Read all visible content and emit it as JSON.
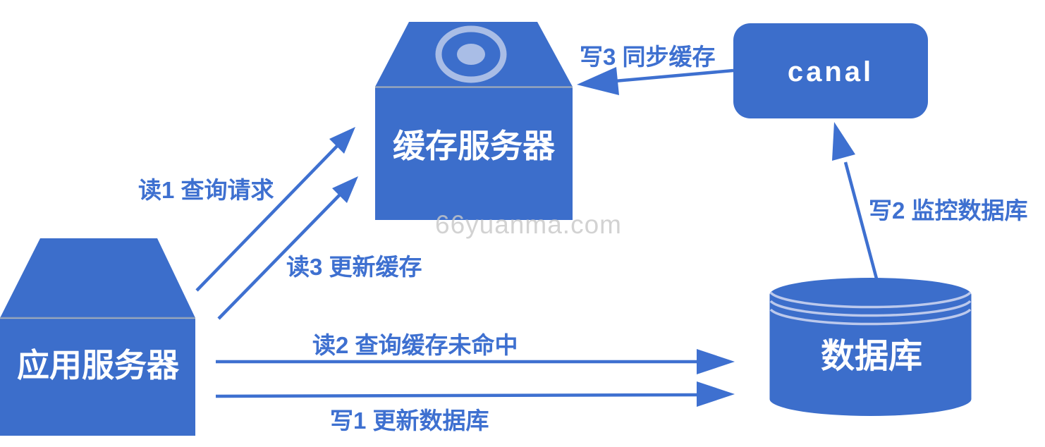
{
  "diagram_type": "cache-architecture-flow",
  "nodes": {
    "app_server": {
      "label": "应用服务器",
      "shape": "trapezoid-box-server"
    },
    "cache_server": {
      "label": "缓存服务器",
      "shape": "trapezoid-box-server-with-disc"
    },
    "canal": {
      "label": "canal",
      "shape": "rounded-rectangle"
    },
    "database": {
      "label": "数据库",
      "shape": "cylinder"
    }
  },
  "edges": [
    {
      "id": "read1",
      "label": "读1 查询请求",
      "from": "app_server",
      "to": "cache_server"
    },
    {
      "id": "read3",
      "label": "读3 更新缓存",
      "from": "app_server",
      "to": "cache_server"
    },
    {
      "id": "read2",
      "label": "读2 查询缓存未命中",
      "from": "app_server",
      "to": "database"
    },
    {
      "id": "write1",
      "label": "写1  更新数据库",
      "from": "app_server",
      "to": "database"
    },
    {
      "id": "write3",
      "label": "写3 同步缓存",
      "from": "canal",
      "to": "cache_server"
    },
    {
      "id": "write2",
      "label": "写2 监控数据库",
      "from": "database",
      "to": "canal"
    }
  ],
  "watermark": {
    "text": "66yuanma.com"
  },
  "colors": {
    "shape_fill": "#3c6ecb",
    "arrow": "#3e70d0",
    "label_text": "#3e70d0",
    "node_text": "#ffffff",
    "disc_accent": "#a9bde6",
    "cylinder_stripe": "#bcc9ec",
    "watermark": "#c8c8c8",
    "background": "#ffffff"
  }
}
